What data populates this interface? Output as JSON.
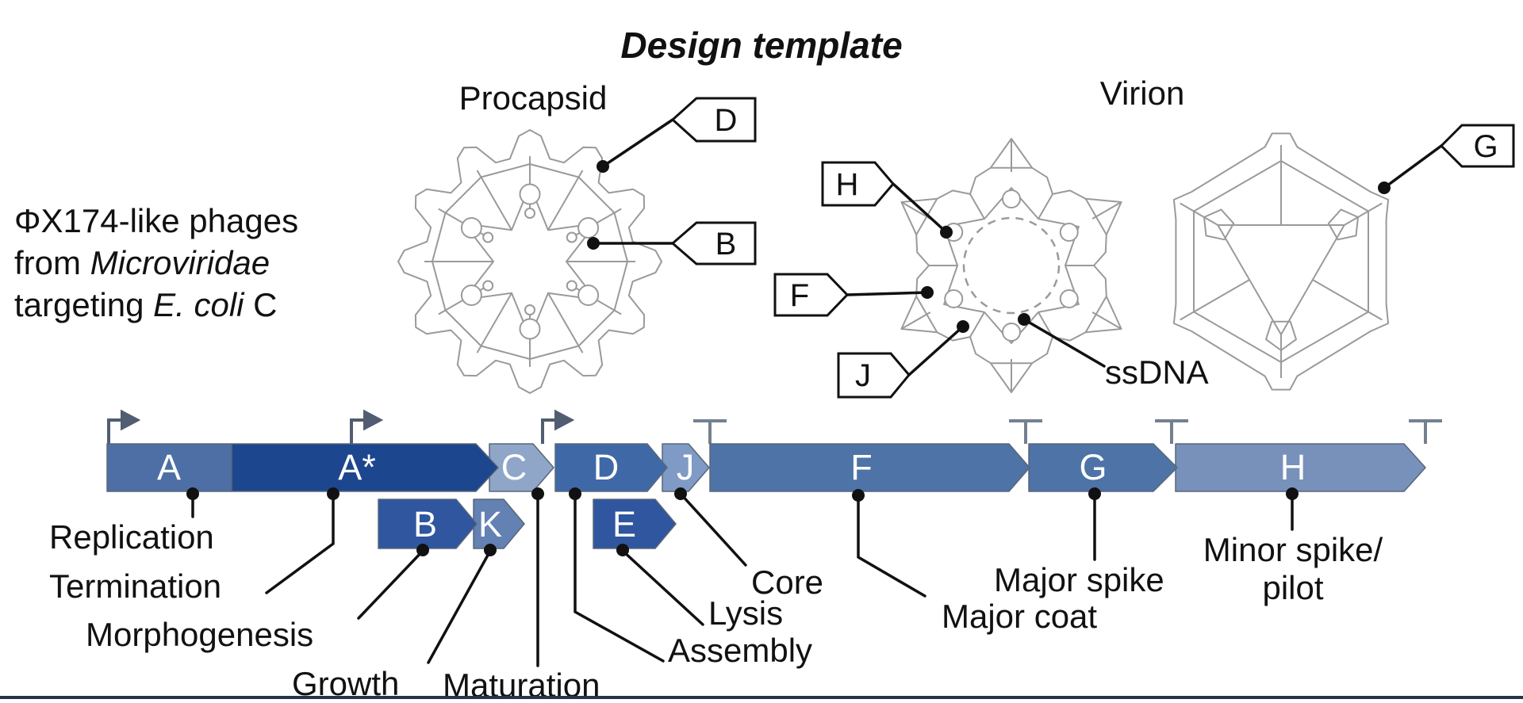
{
  "title": "Design template",
  "sections": {
    "procapsid": "Procapsid",
    "virion": "Virion"
  },
  "intro": {
    "line1": "ΦX174-like phages",
    "line2_pre": "from ",
    "line2_italic": "Microviridae",
    "line3_pre": "targeting ",
    "line3_italic": "E. coli",
    "line3_post": " C"
  },
  "capsid_labels": {
    "d": "D",
    "b": "B",
    "h": "H",
    "f": "F",
    "j": "J",
    "g": "G",
    "ssdna": "ssDNA"
  },
  "genome": {
    "genes": [
      {
        "label": "A",
        "fill": "#4d6fa6"
      },
      {
        "label": "A*",
        "fill": "#1c468e"
      },
      {
        "label": "B",
        "fill": "#2f569e"
      },
      {
        "label": "K",
        "fill": "#6381b2"
      },
      {
        "label": "C",
        "fill": "#8fa6c9"
      },
      {
        "label": "D",
        "fill": "#3f69a6"
      },
      {
        "label": "E",
        "fill": "#2f569e"
      },
      {
        "label": "J",
        "fill": "#7e9ac5"
      },
      {
        "label": "F",
        "fill": "#4d73a7"
      },
      {
        "label": "G",
        "fill": "#4d73a7"
      },
      {
        "label": "H",
        "fill": "#7891bb"
      }
    ],
    "function_labels": {
      "replication": "Replication",
      "termination": "Termination",
      "morphogenesis": "Morphogenesis",
      "growth": "Growth",
      "maturation": "Maturation",
      "assembly": "Assembly",
      "lysis": "Lysis",
      "core": "Core",
      "major_coat": "Major coat",
      "major_spike": "Major spike",
      "minor_spike_line1": "Minor spike/",
      "minor_spike_line2": "pilot"
    }
  },
  "colors": {
    "gene_dark": "#1c468e",
    "gene_medium": "#4d73a7",
    "gene_light": "#8fa6c9",
    "gene_outline": "#5a6678",
    "promoter": "#515d70",
    "terminator": "#74808f",
    "wireframe": "#9a9a9a",
    "leader_line": "#111111",
    "bottom_rule": "#26334b"
  }
}
